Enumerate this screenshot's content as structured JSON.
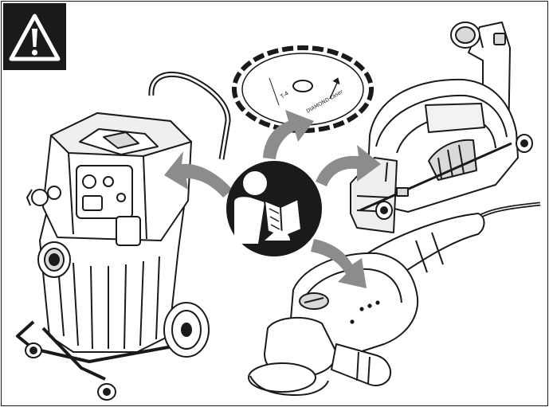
{
  "colors": {
    "ink": "#1a1a1a",
    "arrow": "#8c8c8c",
    "paper": "#ffffff",
    "shade": "#d9d9d9"
  },
  "icons": {
    "warning": "warning-triangle-icon",
    "manual": "read-manual-icon"
  },
  "blade": {
    "label_main": "DIAMOND Laser",
    "label_code": "T-4"
  },
  "illustrations": [
    "vacuum-extractor",
    "diamond-cutting-blade",
    "cutting-guard-hood",
    "angle-grinder"
  ]
}
